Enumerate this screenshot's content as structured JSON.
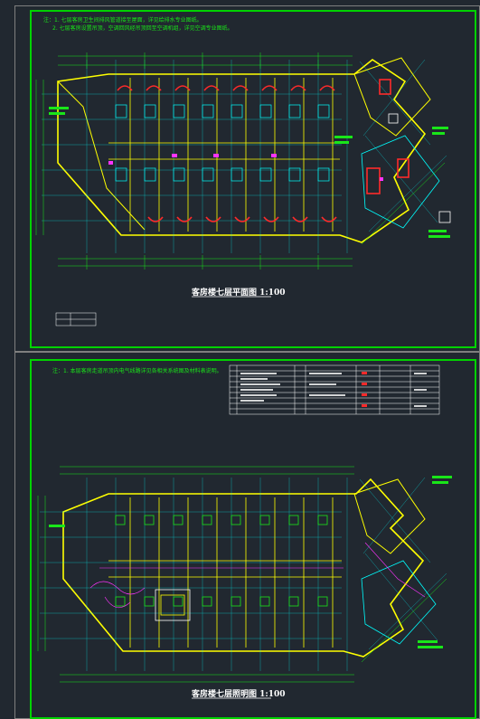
{
  "sheet1": {
    "notes": [
      "注：1. 七层客房卫生间排风管道接至屋面，详见给排水专业图纸。",
      "2. 七层客房设置吊顶，空调回风经吊顶回至空调机组，详见空调专业图纸。"
    ],
    "title": "客房楼七层平面图 1:100"
  },
  "sheet2": {
    "notes": [
      "注：1. 本层客房走道吊顶内电气线路详见各相关系统图及材料表说明。"
    ],
    "title": "客房楼七层照明图 1:100"
  },
  "colors": {
    "background": "#212830",
    "frame": "#00d200",
    "wall": "#ffff00",
    "grid": "#00ffff",
    "furniture": "#ff2a2a",
    "dimension": "#19e619"
  }
}
